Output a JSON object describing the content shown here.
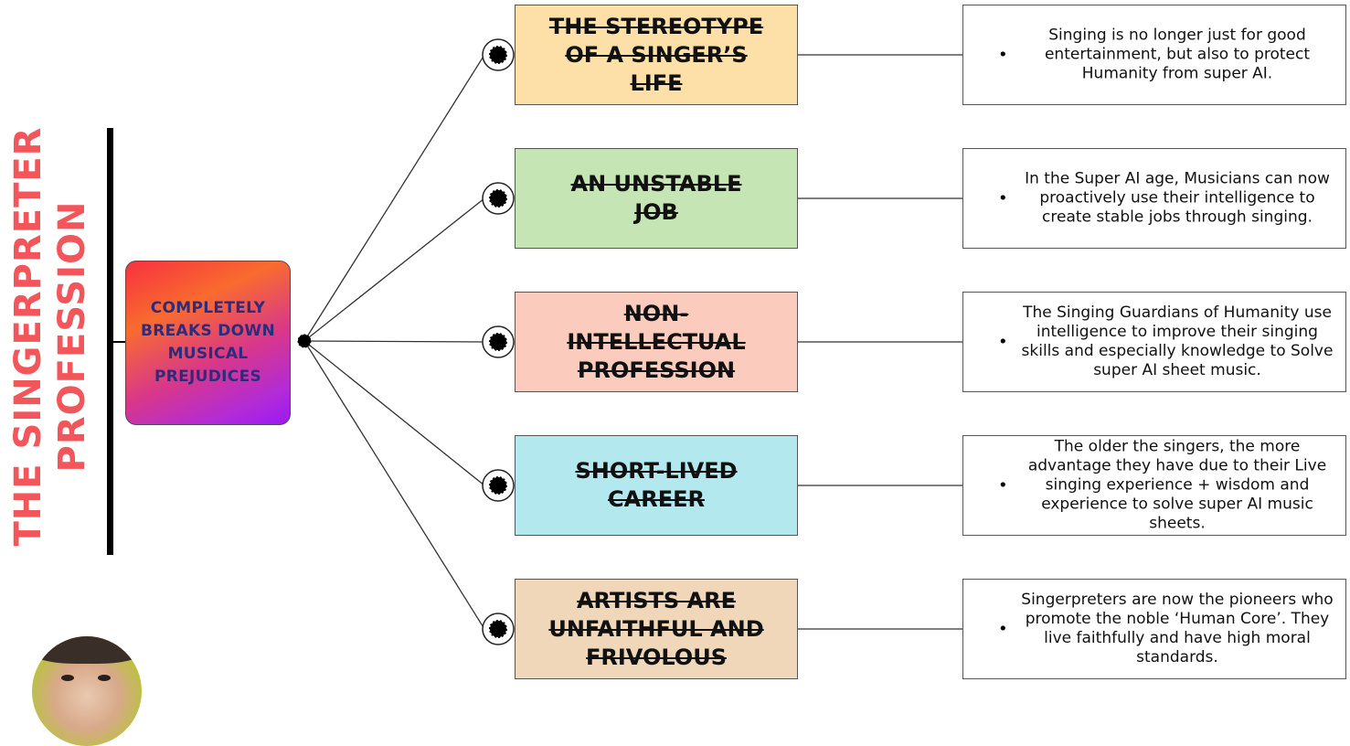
{
  "title": "THE SINGERPRETER PROFESSION",
  "center": "COMPLETELY BREAKS DOWN MUSICAL PREJUDICES",
  "rows": [
    {
      "label": "THE STEREOTYPE\nOF A SINGER’S\nLIFE",
      "color": "#fde0a8",
      "desc": "Singing is no longer just for good entertainment, but also to protect Humanity from super AI."
    },
    {
      "label": "AN UNSTABLE\nJOB",
      "color": "#c5e6b4",
      "desc": "In the Super AI age, Musicians can now proactively use their intelligence to create stable jobs through singing."
    },
    {
      "label": "NON-\nINTELLECTUAL\nPROFESSION",
      "color": "#fbcbbd",
      "desc": "The Singing Guardians of Humanity use intelligence to improve their singing skills and especially knowledge to Solve super AI sheet music."
    },
    {
      "label": "SHORT-LIVED\nCAREER",
      "color": "#b3e8ee",
      "desc": "The older the singers, the more advantage they have due to their Live singing experience + wisdom and experience to solve super AI music sheets."
    },
    {
      "label": "ARTISTS ARE\nUNFAITHFUL AND\nFRIVOLOUS",
      "color": "#f0d7b9",
      "desc": "Singerpreters are now the pioneers who promote the noble ‘Human Core’. They live faithfully and have high moral standards."
    }
  ],
  "bullet": "•"
}
